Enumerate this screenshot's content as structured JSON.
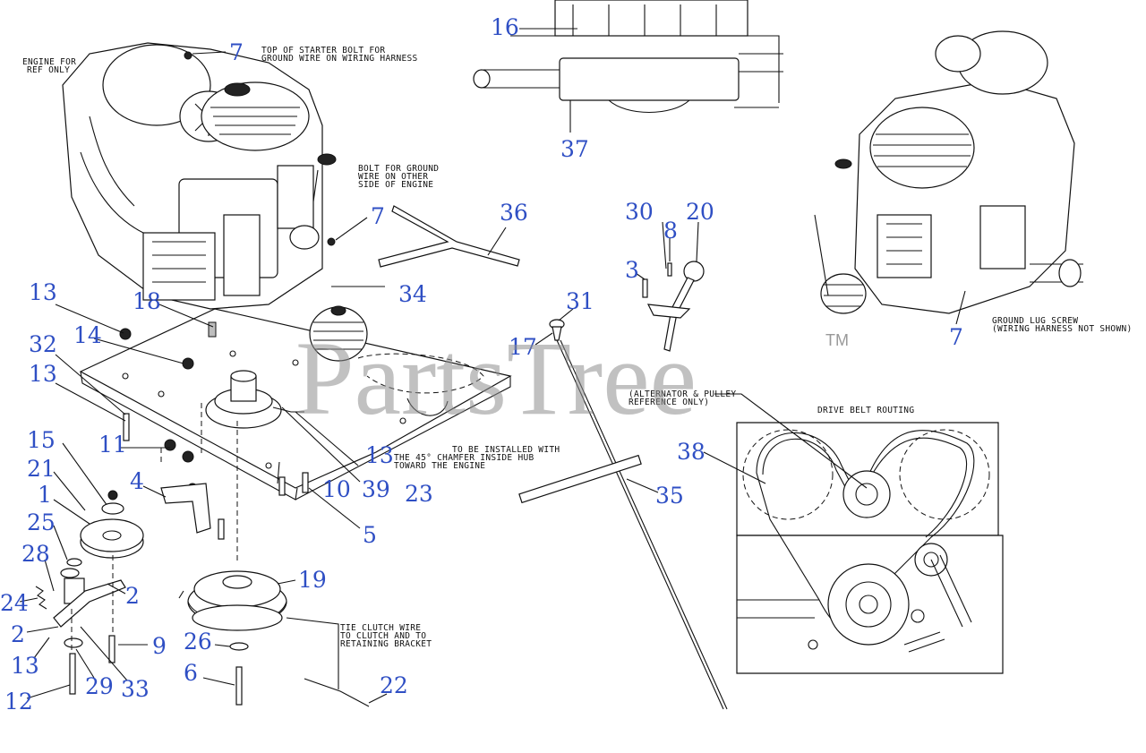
{
  "watermark": "PartsTree",
  "trademark": "TM",
  "notes": {
    "engine_ref_1": "ENGINE FOR",
    "engine_ref_2": "REF ONLY",
    "starter_bolt_1": "TOP OF STARTER BOLT FOR",
    "starter_bolt_2": "GROUND WIRE ON WIRING HARNESS",
    "ground_bolt_1": "BOLT FOR GROUND",
    "ground_bolt_2": "WIRE ON OTHER",
    "ground_bolt_3": "SIDE OF ENGINE",
    "chamfer_1": "TO BE INSTALLED WITH",
    "chamfer_2": "THE 45° CHAMFER INSIDE HUB",
    "chamfer_3": "TOWARD THE ENGINE",
    "clutch_1": "TIE CLUTCH WIRE",
    "clutch_2": "TO CLUTCH AND TO",
    "clutch_3": "RETAINING BRACKET",
    "alternator_1": "(ALTERNATOR & PULLEY",
    "alternator_2": "REFERENCE ONLY)",
    "belt_routing": "DRIVE BELT ROUTING",
    "ground_lug_1": "GROUND LUG SCREW",
    "ground_lug_2": "(WIRING HARNESS NOT SHOWN)"
  },
  "callouts": {
    "c7a": "7",
    "c16": "16",
    "c37": "37",
    "c7b": "7",
    "c36": "36",
    "c30": "30",
    "c20": "20",
    "c8": "8",
    "c3": "3",
    "c31": "31",
    "c17": "17",
    "c13a": "13",
    "c18": "18",
    "c34": "34",
    "c14": "14",
    "c32": "32",
    "c13b": "13",
    "c15": "15",
    "c11": "11",
    "c21": "21",
    "c4": "4",
    "c1": "1",
    "c25": "25",
    "c28": "28",
    "c24": "24",
    "c2a": "2",
    "c2b": "2",
    "c13c": "13",
    "c12": "12",
    "c29": "29",
    "c33": "33",
    "c9": "9",
    "c26": "26",
    "c6": "6",
    "c19": "19",
    "c22": "22",
    "c10": "10",
    "c5": "5",
    "c39": "39",
    "c23": "23",
    "c13d": "13",
    "c35": "35",
    "c38": "38",
    "c7c": "7"
  }
}
